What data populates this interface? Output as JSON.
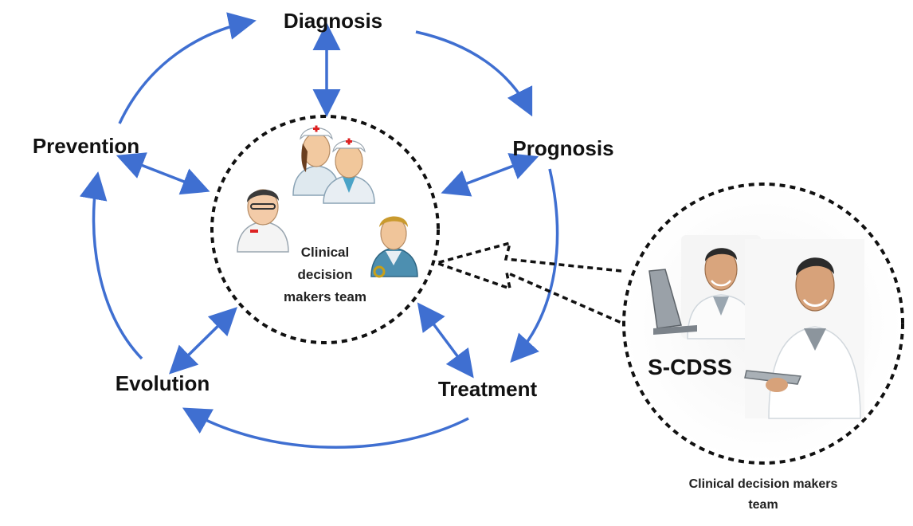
{
  "stages": {
    "diagnosis": "Diagnosis",
    "prognosis": "Prognosis",
    "treatment": "Treatment",
    "evolution": "Evolution",
    "prevention": "Prevention"
  },
  "center_team": {
    "line1": "Clinical",
    "line2": "decision",
    "line3": "makers team"
  },
  "scdss": {
    "label": "S-CDSS"
  },
  "caption": {
    "line1": "Clinical decision makers",
    "line2": "team"
  },
  "colors": {
    "arrow": "#3f6fd1",
    "dashed_circle": "#111111",
    "text": "#111111"
  },
  "icons": {
    "nurse": "nurse-icon",
    "doctor": "doctor-icon",
    "physician": "physician-icon",
    "surgeon": "surgeon-icon",
    "laptop_person": "laptop-doctor-icon",
    "tablet_person": "tablet-doctor-icon"
  }
}
